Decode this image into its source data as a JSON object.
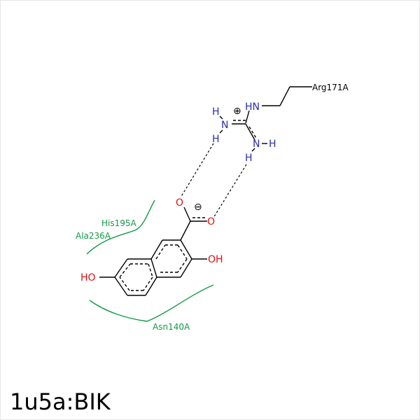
{
  "title": "1u5a:BIK",
  "colors": {
    "bond": "#000000",
    "nitrogen": "#2b2baf",
    "oxygen": "#e01010",
    "residue": "#139a48",
    "hbond": "#000000"
  },
  "residues": {
    "arg": "Arg171A",
    "his": "His195A",
    "ala": "Ala236A",
    "asn": "Asn140A"
  },
  "atoms": {
    "hn_top": "HN",
    "h_top": "H",
    "n_left": "N",
    "h_left_bottom": "H",
    "n_right": "N",
    "h_right": "H",
    "h_right_bottom": "H",
    "plus": "⊕",
    "minus": "⊖",
    "o_upper": "O",
    "o_lower": "O",
    "oh_right": "OH",
    "ho_left": "HO"
  }
}
